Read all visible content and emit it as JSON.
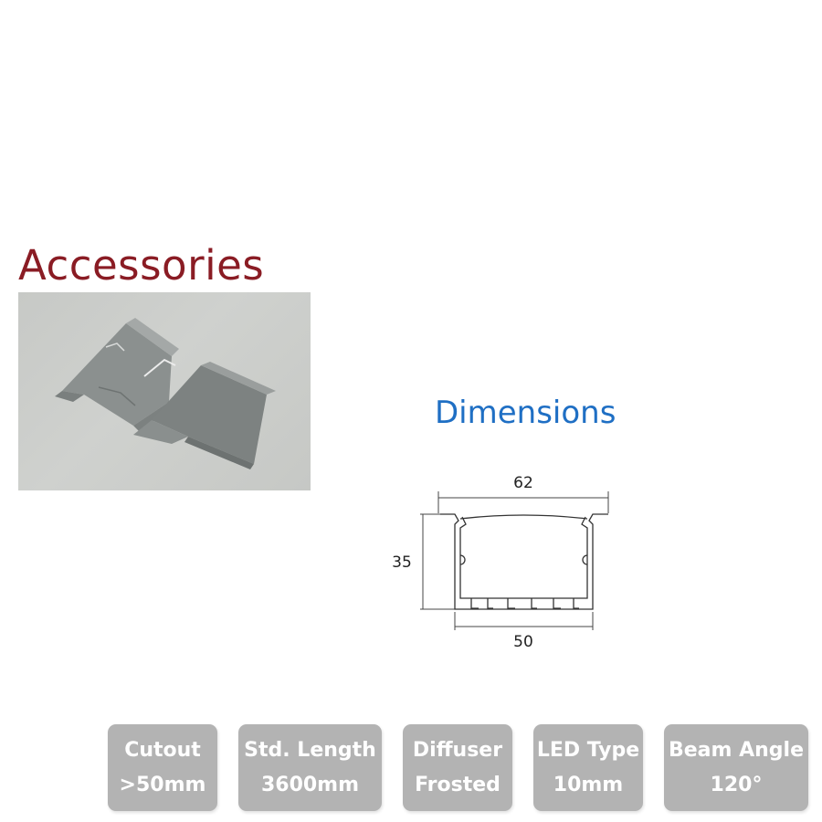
{
  "accessories": {
    "title": "Accessories"
  },
  "dimensions": {
    "title": "Dimensions",
    "width_top": "62",
    "height": "35",
    "width_bottom": "50"
  },
  "specs": [
    {
      "label": "Cutout",
      "value": ">50mm"
    },
    {
      "label": "Std. Length",
      "value": "3600mm"
    },
    {
      "label": "Diffuser",
      "value": "Frosted"
    },
    {
      "label": "LED Type",
      "value": "10mm"
    },
    {
      "label": "Beam Angle",
      "value": "120°"
    }
  ]
}
